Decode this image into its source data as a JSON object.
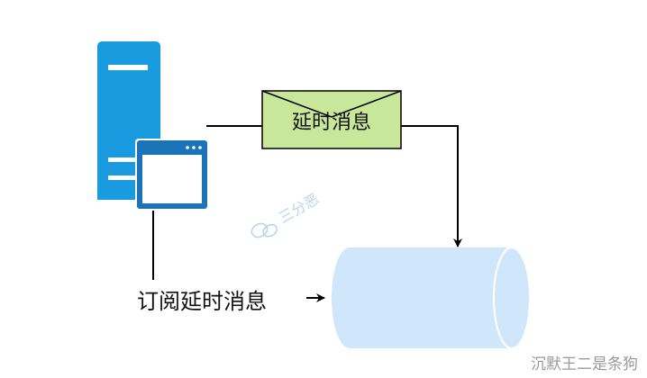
{
  "diagram": {
    "envelope_label": "延时消息",
    "subscribe_label": "订阅延时消息",
    "watermark_center": "三分恶",
    "watermark_corner": "沉默王二是条狗",
    "icons": {
      "server": "server-icon",
      "window": "app-window-icon",
      "envelope": "envelope-icon",
      "queue": "cylinder-queue-icon",
      "wechat": "wechat-icon"
    },
    "colors": {
      "server": "#1a9be0",
      "server_shadow": "#1477b5",
      "window_frame": "#1b73b8",
      "envelope_fill": "#c8e79b",
      "queue_fill": "#cfe6fb",
      "line": "#000000",
      "watermark": "#b9d4ef"
    }
  }
}
